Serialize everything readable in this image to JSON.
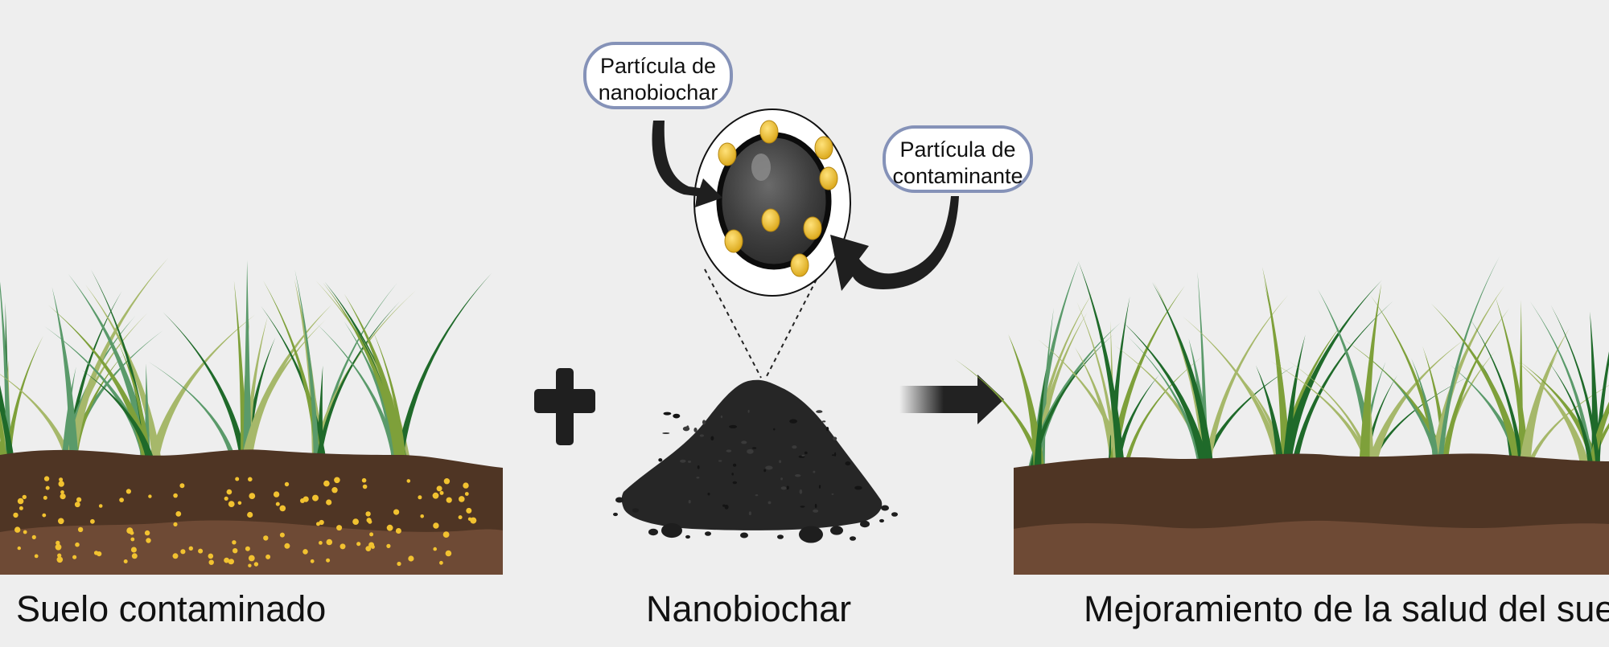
{
  "captions": {
    "left": "Suelo contaminado",
    "middle": "Nanobiochar",
    "right": "Mejoramiento de la salud del suelo"
  },
  "callouts": {
    "nanobiochar_particle": {
      "line1": "Partícula de",
      "line2": "nanobiochar"
    },
    "contaminant_particle": {
      "line1": "Partícula de",
      "line2": "contaminante"
    }
  },
  "colors": {
    "background": "#eeeeee",
    "soil_top": "#4f3524",
    "soil_bottom": "#6e4a35",
    "contaminant": "#f2c230",
    "biochar": "#222222",
    "callout_border": "#8592b8",
    "grass_dark": "#1f6a2a",
    "grass_mid": "#5a9a6a",
    "grass_light": "#a6b86a",
    "grass_olive": "#7ea03a"
  },
  "icons": {
    "plus": "plus-icon",
    "arrow": "right-arrow-icon"
  }
}
